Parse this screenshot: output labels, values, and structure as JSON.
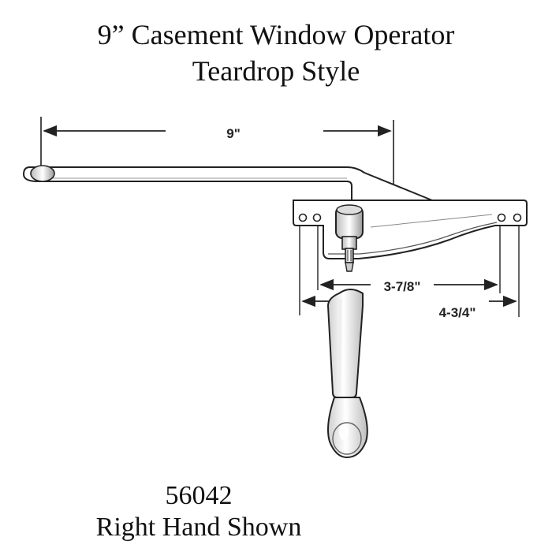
{
  "title": {
    "line1": "9” Casement Window Operator",
    "line2": "Teardrop Style"
  },
  "dimensions": {
    "arm_length": "9\"",
    "inner_width": "3-7/8\"",
    "outer_width": "4-3/4\""
  },
  "footer": {
    "part_number": "56042",
    "caption": "Right Hand Shown"
  },
  "colors": {
    "line": "#222222",
    "fill": "#ffffff",
    "shade": "#d9d9d9"
  }
}
